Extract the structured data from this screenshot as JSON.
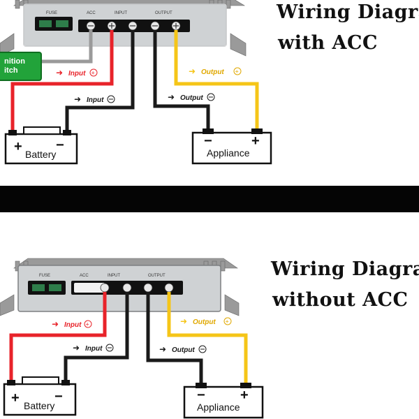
{
  "top": {
    "title_line1": "Wiring Diagra",
    "title_line2": "with ACC",
    "ignition_line1": "nition",
    "ignition_line2": "itch"
  },
  "bottom": {
    "title_line1": "Wiring Diagra",
    "title_line2": "without ACC"
  },
  "converter": {
    "fuse_label": "FUSE",
    "acc_label": "ACC",
    "input_label": "INPUT",
    "output_label": "OUTPUT"
  },
  "wires": {
    "input_pos": "Input",
    "input_neg": "Input",
    "output_pos": "Output",
    "output_neg": "Output"
  },
  "battery": {
    "label": "Battery",
    "plus": "+",
    "minus": "−"
  },
  "appliance": {
    "label": "Appliance",
    "plus": "+",
    "minus": "−"
  },
  "colors": {
    "red": "#e8232a",
    "yellow": "#f5c518",
    "black": "#1a1a1a",
    "gray_wire": "#9a9a9a",
    "ignition_green": "#22a33a"
  }
}
